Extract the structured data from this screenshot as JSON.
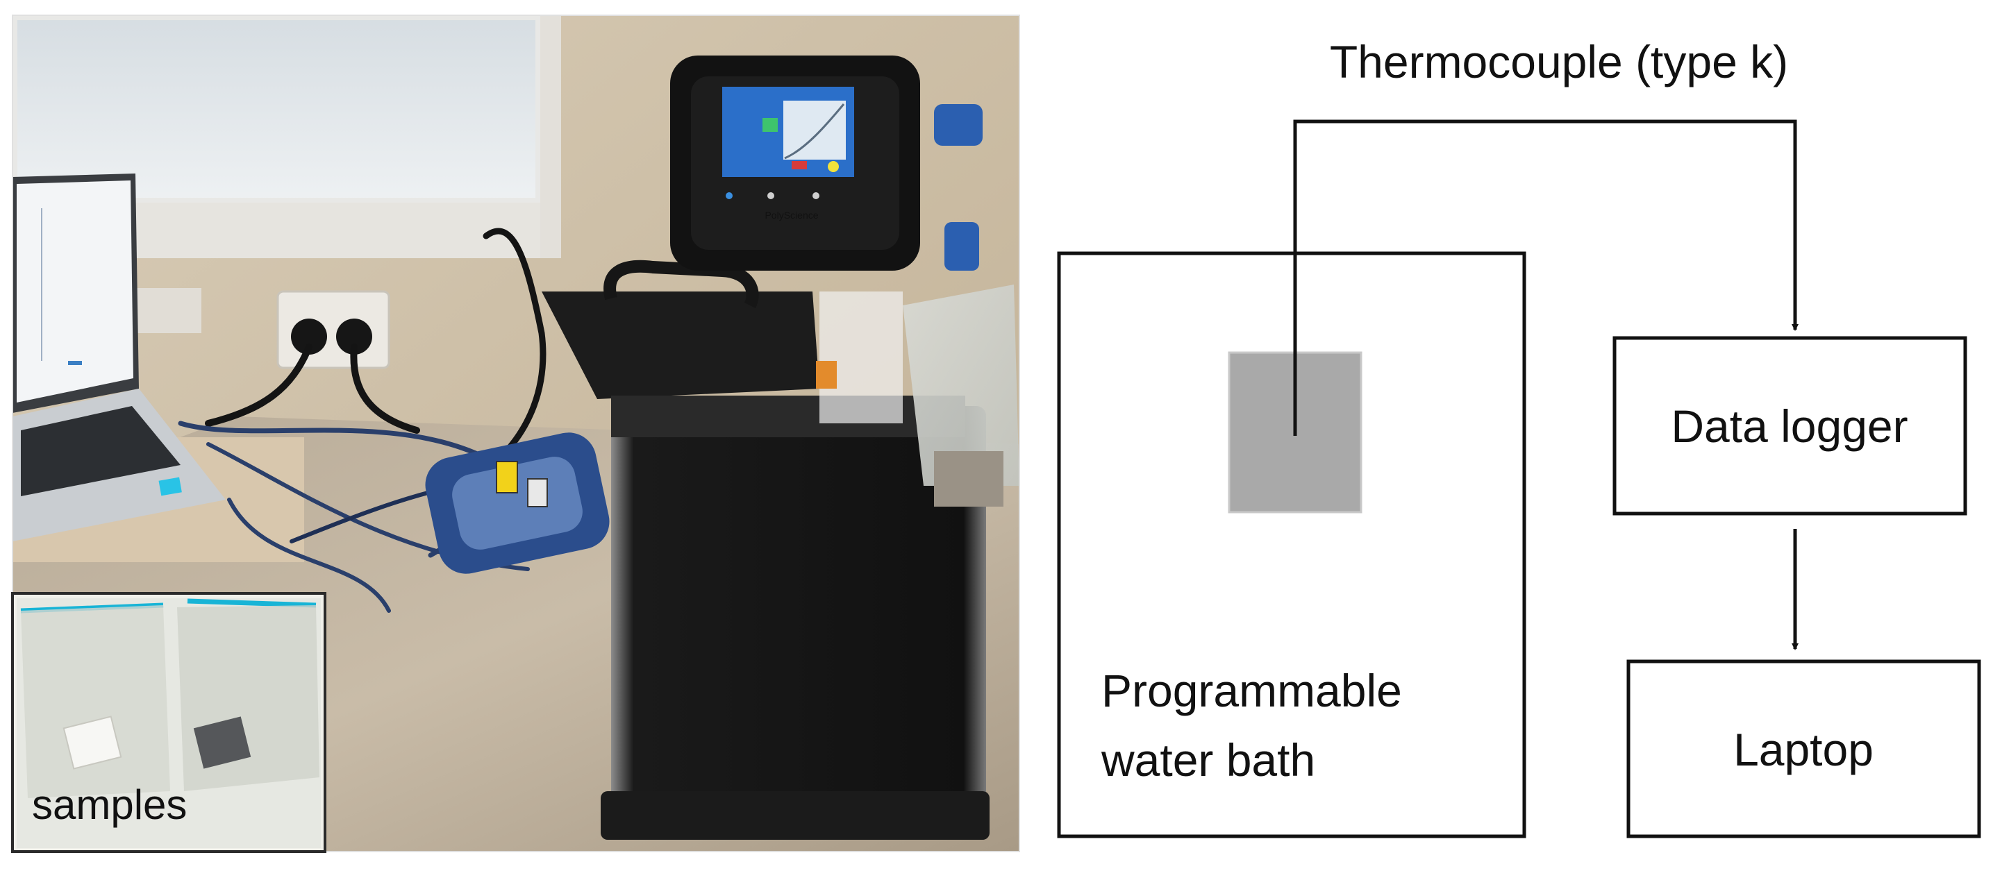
{
  "photo": {
    "inset_label": "samples",
    "instrument_brand": "PolyScience"
  },
  "diagram": {
    "thermocouple_label": "Thermocouple (type k)",
    "water_bath_label_line1": "Programmable",
    "water_bath_label_line2": "water bath",
    "data_logger_label": "Data logger",
    "laptop_label": "Laptop"
  },
  "colors": {
    "line": "#111111",
    "sample_fill": "#a9a9a9",
    "zip_stripe": "#18b4d6",
    "screen_cyan": "#29c3e6",
    "connector_yellow": "#f2d21a"
  }
}
